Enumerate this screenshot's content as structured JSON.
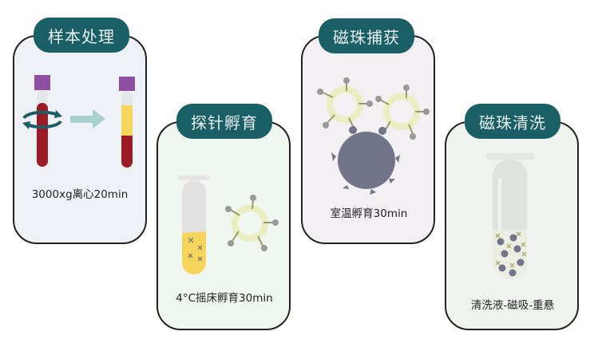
{
  "steps": [
    {
      "title": "样本处理",
      "caption": "3000xg离心20min"
    },
    {
      "title": "探针孵育",
      "caption": "4°C摇床孵育30min"
    },
    {
      "title": "磁珠捕获",
      "caption": "室温孵育30min"
    },
    {
      "title": "磁珠清洗",
      "caption": "清洗液-磁吸-重悬"
    }
  ],
  "colors": {
    "tab": "#1b5f66",
    "blood": "#9b1c24",
    "plasma": "#f6d55c",
    "cap": "#8e4fa3",
    "bead": "#727489",
    "ring": "#e9edbf"
  }
}
